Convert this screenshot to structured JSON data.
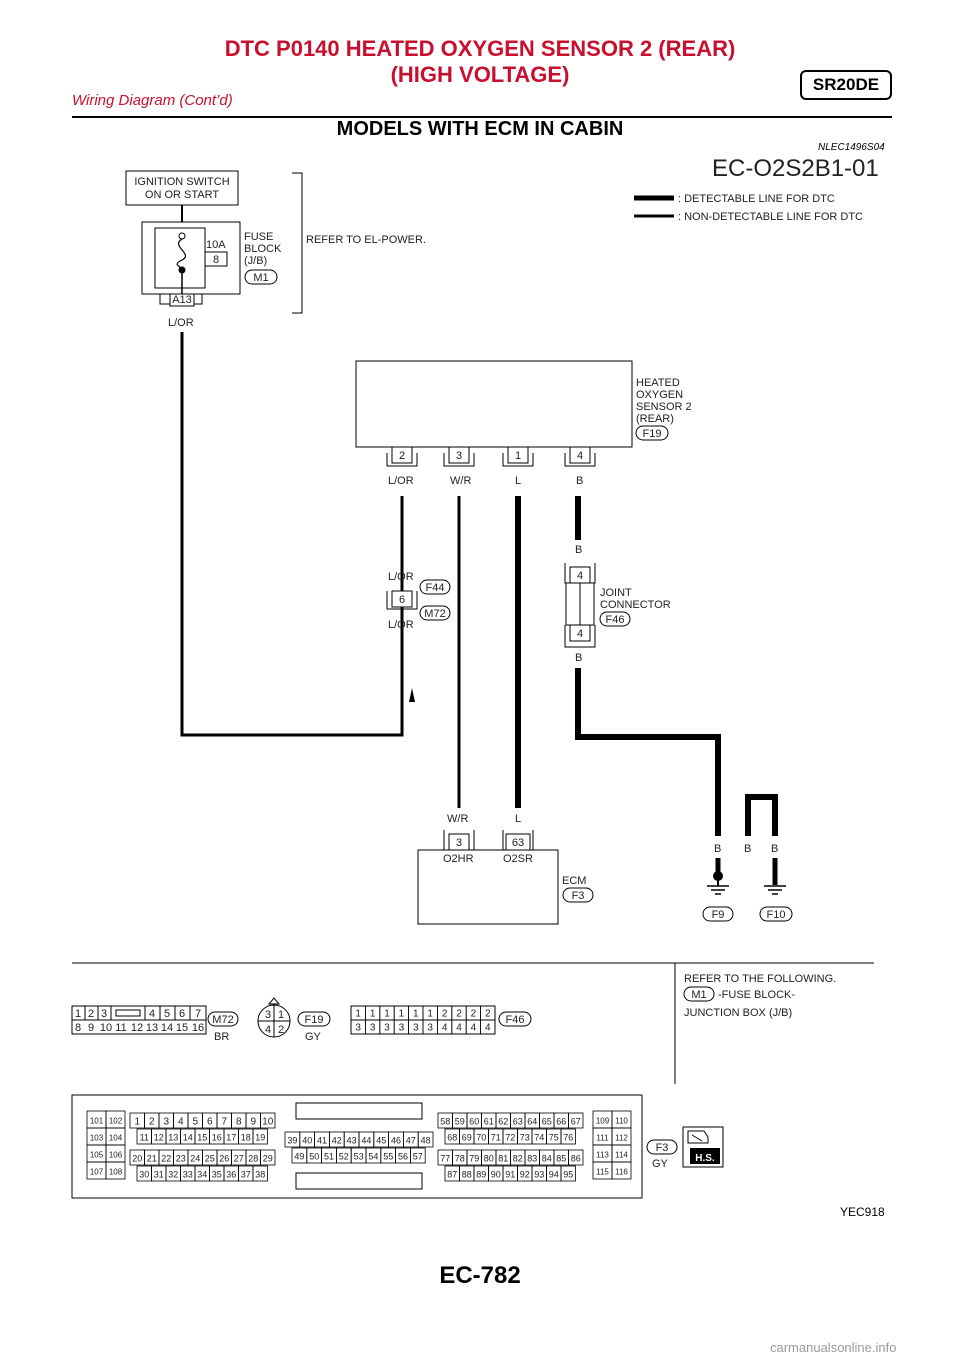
{
  "header": {
    "title_line1": "DTC P0140 HEATED OXYGEN SENSOR 2 (REAR)",
    "title_line2": "(HIGH VOLTAGE)",
    "subtitle": "Wiring Diagram (Cont’d)",
    "engine_badge": "SR20DE"
  },
  "section": {
    "title": "MODELS WITH ECM IN CABIN",
    "ref_code": "NLEC1496S04",
    "diagram_id": "EC-O2S2B1-01"
  },
  "legend": {
    "detectable": ": DETECTABLE LINE FOR DTC",
    "non_detectable": ": NON-DETECTABLE LINE FOR DTC"
  },
  "ignition": {
    "line1": "IGNITION SWITCH",
    "line2": "ON OR START"
  },
  "fuse_block": {
    "amp": "10A",
    "fuse_no": "8",
    "label1": "FUSE",
    "label2": "BLOCK",
    "label3": "(J/B)",
    "connector": "M1",
    "terminal": "A13",
    "wire": "L/OR",
    "refer": "REFER TO EL-POWER."
  },
  "sensor": {
    "label1": "HEATED",
    "label2": "OXYGEN",
    "label3": "SENSOR 2",
    "label4": "(REAR)",
    "connector": "F19",
    "pins": [
      "2",
      "3",
      "1",
      "4"
    ],
    "wires": [
      "L/OR",
      "W/R",
      "L",
      "B"
    ]
  },
  "harness_connector": {
    "wire_top": "L/OR",
    "pin": "6",
    "wire_bottom": "L/OR",
    "conn1": "F44",
    "conn2": "M72"
  },
  "joint_connector": {
    "wire_top": "B",
    "pin_top": "4",
    "pin_bottom": "4",
    "wire_bottom": "B",
    "label1": "JOINT",
    "label2": "CONNECTOR",
    "connector": "F46"
  },
  "ecm": {
    "wire_left": "W/R",
    "wire_right": "L",
    "pin_left": "3",
    "pin_right": "63",
    "name_left": "O2HR",
    "name_right": "O2SR",
    "label": "ECM",
    "connector": "F3"
  },
  "grounds": {
    "wires": [
      "B",
      "B",
      "B"
    ],
    "conn1": "F9",
    "conn2": "F10"
  },
  "refer_note": {
    "line1": "REFER TO THE FOLLOWING.",
    "m1": "M1",
    "line2": "-FUSE BLOCK-",
    "line3": "JUNCTION BOX (J/B)"
  },
  "connector_views": {
    "m72": {
      "top_left": [
        "1",
        "2",
        "3"
      ],
      "top_right": [
        "4",
        "5",
        "6",
        "7"
      ],
      "bottom": [
        "8",
        "9",
        "10",
        "11",
        "12",
        "13",
        "14",
        "15",
        "16"
      ],
      "id": "M72",
      "color": "BR"
    },
    "f19": {
      "top": [
        "3",
        "1"
      ],
      "bottom": [
        "4",
        "2"
      ],
      "id": "F19",
      "color": "GY"
    },
    "f46": {
      "top": [
        "1",
        "1",
        "1",
        "1",
        "1",
        "1",
        "2",
        "2",
        "2",
        "2"
      ],
      "bottom": [
        "3",
        "3",
        "3",
        "3",
        "3",
        "3",
        "4",
        "4",
        "4",
        "4"
      ],
      "id": "F46"
    },
    "f3": {
      "id": "F3",
      "color": "GY",
      "hs": "H.S.",
      "left": [
        [
          "101",
          "102"
        ],
        [
          "103",
          "104"
        ],
        [
          "105",
          "106"
        ],
        [
          "107",
          "108"
        ]
      ],
      "b1_r1": [
        "1",
        "2",
        "3",
        "4",
        "5",
        "6",
        "7",
        "8",
        "9",
        "10"
      ],
      "b1_r2": [
        "11",
        "12",
        "13",
        "14",
        "15",
        "16",
        "17",
        "18",
        "19"
      ],
      "b1_r3": [
        "20",
        "21",
        "22",
        "23",
        "24",
        "25",
        "26",
        "27",
        "28",
        "29"
      ],
      "b1_r4": [
        "30",
        "31",
        "32",
        "33",
        "34",
        "35",
        "36",
        "37",
        "38"
      ],
      "b2_r1": [
        "39",
        "40",
        "41",
        "42",
        "43",
        "44",
        "45",
        "46",
        "47",
        "48"
      ],
      "b2_r2": [
        "49",
        "50",
        "51",
        "52",
        "53",
        "54",
        "55",
        "56",
        "57"
      ],
      "b3_r1": [
        "58",
        "59",
        "60",
        "61",
        "62",
        "63",
        "64",
        "65",
        "66",
        "67"
      ],
      "b3_r2": [
        "68",
        "69",
        "70",
        "71",
        "72",
        "73",
        "74",
        "75",
        "76"
      ],
      "b3_r3": [
        "77",
        "78",
        "79",
        "80",
        "81",
        "82",
        "83",
        "84",
        "85",
        "86"
      ],
      "b3_r4": [
        "87",
        "88",
        "89",
        "90",
        "91",
        "92",
        "93",
        "94",
        "95"
      ],
      "right": [
        [
          "109",
          "110"
        ],
        [
          "111",
          "112"
        ],
        [
          "113",
          "114"
        ],
        [
          "115",
          "116"
        ]
      ]
    }
  },
  "figure_id": "YEC918",
  "page_number": "EC-782",
  "watermark": "carmanualsonline.info"
}
